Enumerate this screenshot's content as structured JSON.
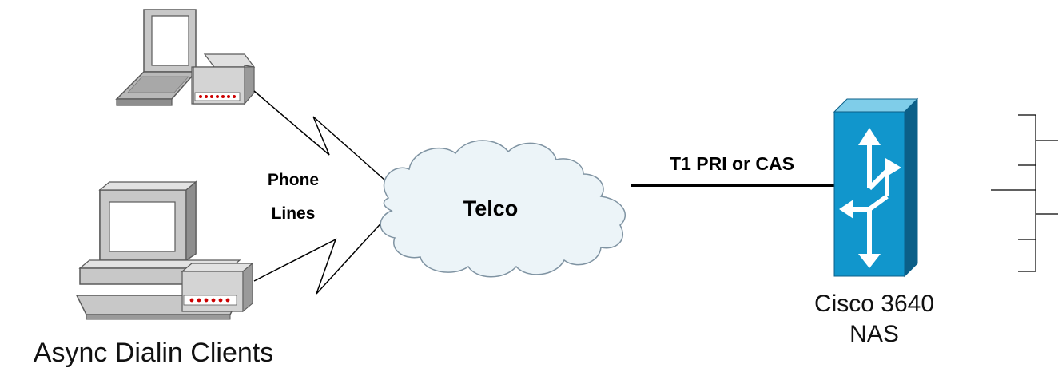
{
  "diagram": {
    "labels": {
      "phone_line1": "Phone",
      "phone_line2": "Lines",
      "cloud": "Telco",
      "link": "T1 PRI or CAS",
      "router_line1": "Cisco 3640",
      "router_line2": "NAS",
      "clients": "Async Dialin Clients"
    },
    "nodes": {
      "laptop": "laptop-icon",
      "desktop": "desktop-computer-icon",
      "modem": "modem-icon",
      "cloud": "cloud-icon",
      "router": "router-icon",
      "lan": "lan-bus-icon"
    },
    "colors": {
      "cloud_fill": "#ecf4f8",
      "cloud_stroke": "#7f93a2",
      "router_front": "#1196cc",
      "router_top": "#7fcde9",
      "router_side": "#0b5f88",
      "device_gray": "#c8c8c8",
      "modem_led": "#cc0000"
    }
  }
}
